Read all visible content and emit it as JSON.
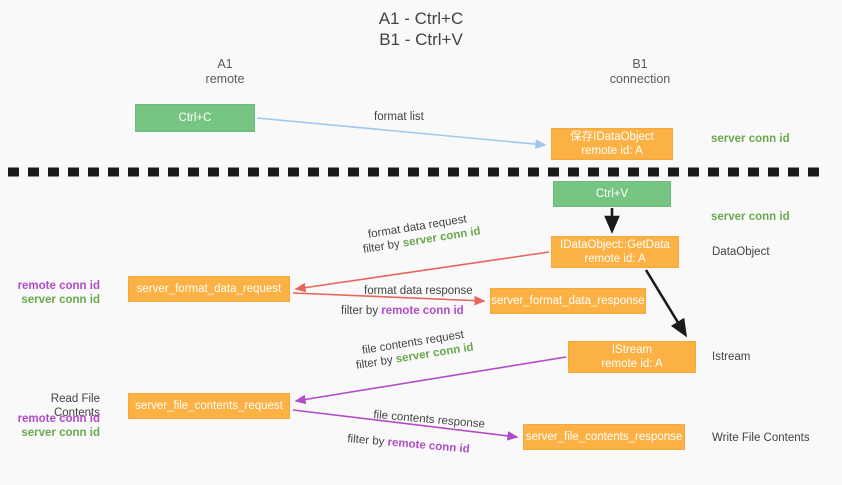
{
  "title": {
    "line1": "A1 - Ctrl+C",
    "line2": "B1 - Ctrl+V"
  },
  "columns": {
    "left": {
      "name": "A1",
      "role": "remote"
    },
    "right": {
      "name": "B1",
      "role": "connection"
    }
  },
  "nodes": {
    "ctrl_c": {
      "label": "Ctrl+C",
      "color": "#77c583"
    },
    "data_object": {
      "label": "保存IDataObject",
      "sub": "remote id: A",
      "color": "#fbb143"
    },
    "ctrl_v": {
      "label": "Ctrl+V",
      "color": "#77c583"
    },
    "get_data": {
      "label": "IDataObject::GetData",
      "sub": "remote id: A",
      "color": "#fbb143"
    },
    "format_data_request": {
      "label": "server_format_data_request",
      "color": "#fbb143"
    },
    "format_data_response": {
      "label": "server_format_data_response",
      "color": "#fbb143"
    },
    "istream": {
      "label": "IStream",
      "sub": "remote id: A",
      "color": "#fbb143"
    },
    "file_contents_request": {
      "label": "server_file_contents_request",
      "color": "#fbb143"
    },
    "file_contents_response": {
      "label": "server_file_contents_response",
      "color": "#fbb143"
    }
  },
  "side_labels": {
    "data_object": "DataObject",
    "istream": "Istream",
    "write_file_contents": "Write File Contents",
    "read_file_contents": "Read File Contents"
  },
  "conn_ids": {
    "server": "server conn id",
    "remote": "remote conn id",
    "server_color": "#6aa84f",
    "remote_color": "#b04cc8"
  },
  "flows": {
    "format_list": "format list",
    "format_data_request": "format data request",
    "format_data_request_filter_prefix": "filter by ",
    "format_data_response": "format data response",
    "format_data_response_filter_prefix": "filter by ",
    "file_contents_request": "file contents request",
    "file_contents_request_filter_prefix": "filter by ",
    "file_contents_response": "file contents response",
    "file_contents_response_filter_prefix": "filter by "
  },
  "colors": {
    "lane": "#4a86e0",
    "background": "#f9f9f9",
    "arrow_red": "#e8645c",
    "arrow_purple": "#b04cc8",
    "arrow_blue": "#9fc6ee",
    "arrow_black": "#1a1a1a",
    "divider": "#1a1a1a"
  }
}
